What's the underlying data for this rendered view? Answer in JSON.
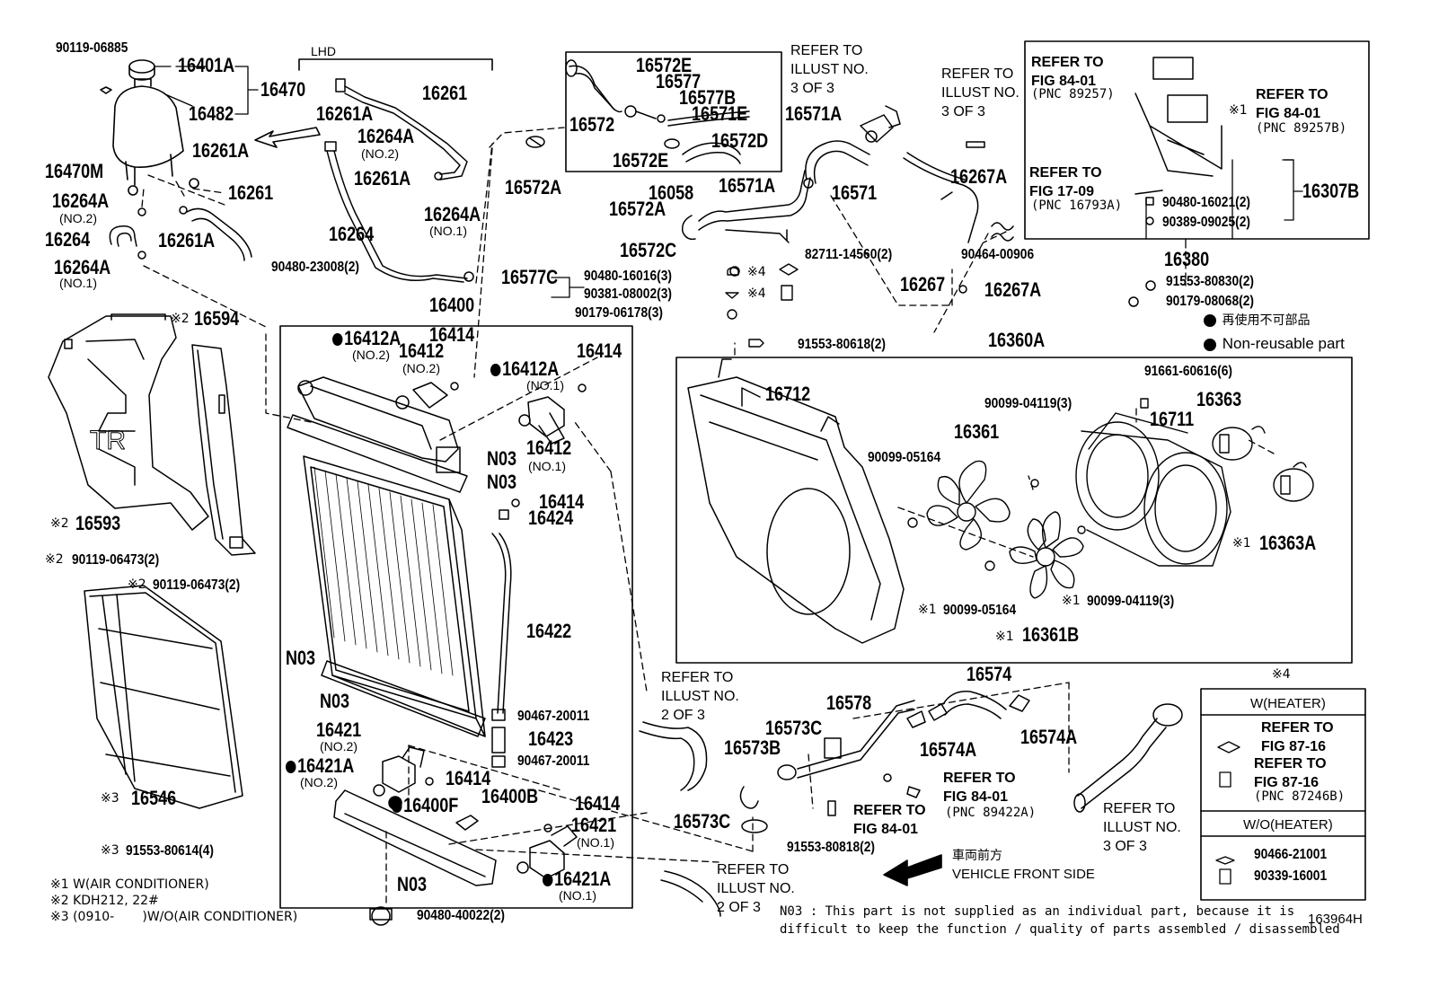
{
  "labels": {
    "p90119_06885": "90119-06885",
    "p16401A": "16401A",
    "p16470": "16470",
    "p16482": "16482",
    "p16261A_a": "16261A",
    "p16470M": "16470M",
    "p16264A_no2_a": "16264A",
    "no2_a": "(NO.2)",
    "p16264": "16264",
    "p16261A_b": "16261A",
    "p16261_a": "16261",
    "p16264A_no1_a": "16264A",
    "no1_a": "(NO.1)",
    "lhd": "LHD",
    "p16261_b": "16261",
    "p16261A_c": "16261A",
    "p16264A_no2_b": "16264A",
    "no2_b": "(NO.2)",
    "p16261A_d": "16261A",
    "p16264_b": "16264",
    "p16264A_no1_b": "16264A",
    "no1_b": "(NO.1)",
    "p90480_23008": "90480-23008(2)",
    "p16400": "16400",
    "p16412A_no2": "16412A",
    "no2_c": "(NO.2)",
    "p16412_no2": "16412",
    "no2_d": "(NO.2)",
    "p16414_a": "16414",
    "p16414_b": "16414",
    "p16412A_no1": "16412A",
    "no1_c": "(NO.1)",
    "p16412_no1": "16412",
    "no1_d": "(NO.1)",
    "n03_a": "N03",
    "n03_b": "N03",
    "p16414_c": "16414",
    "p16424": "16424",
    "p16422": "16422",
    "n03_c": "N03",
    "n03_d": "N03",
    "p90467_20011_a": "90467-20011",
    "p16423": "16423",
    "p90467_20011_b": "90467-20011",
    "p16421_no2": "16421",
    "no2_e": "(NO.2)",
    "p16421A_no2": "16421A",
    "no2_f": "(NO.2)",
    "p16414_d": "16414",
    "p16400F": "16400F",
    "p16400B": "16400B",
    "p16414_e": "16414",
    "p16421_no1": "16421",
    "no1_e": "(NO.1)",
    "p16421A_no1": "16421A",
    "no1_f": "(NO.1)",
    "n03_e": "N03",
    "p90480_40022": "90480-40022(2)",
    "p16594": "16594",
    "k2_16594": "※2",
    "p16593": "16593",
    "k2_16593": "※2",
    "p90119_06473_a": "90119-06473(2)",
    "k2_a": "※2",
    "p90119_06473_b": "90119-06473(2)",
    "k2_b": "※2",
    "p16546": "16546",
    "k3_16546": "※3",
    "p91553_80614": "91553-80614(4)",
    "k3_a": "※3",
    "p16572E_a": "16572E",
    "p16577": "16577",
    "p16577B": "16577B",
    "p16572": "16572",
    "p16571E": "16571E",
    "p16572D": "16572D",
    "p16572E_b": "16572E",
    "p16572A_a": "16572A",
    "p16058": "16058",
    "p16572A_b": "16572A",
    "p16571A_b": "16571A",
    "p16572C": "16572C",
    "p16577C": "16577C",
    "p90480_16016": "90480-16016(3)",
    "k4_a": "※4",
    "p90381_08002": "90381-08002(3)",
    "k4_b": "※4",
    "p90179_06178": "90179-06178(3)",
    "ref_3of3_a": "REFER TO\nILLUST NO.\n3 OF 3",
    "p16571A_a": "16571A",
    "p16571": "16571",
    "ref_3of3_b": "REFER TO\nILLUST NO.\n3 OF 3",
    "p16267A_a": "16267A",
    "p82711_14560": "82711-14560(2)",
    "p90464_00906": "90464-00906",
    "p16267": "16267",
    "p16267A_b": "16267A",
    "ref_fig8401_a": "REFER TO\nFIG 84-01",
    "pnc_89257": "(PNC 89257)",
    "ref_fig8401_b": "REFER TO\nFIG 84-01",
    "k1_fig8401": "※1",
    "pnc_89257B": "(PNC 89257B)",
    "ref_fig1709": "REFER TO\nFIG 17-09",
    "pnc_16793A": "(PNC 16793A)",
    "p90480_16021": "90480-16021(2)",
    "p90389_09025": "90389-09025(2)",
    "p16307B": "16307B",
    "p16380": "16380",
    "p91553_80830": "91553-80830(2)",
    "p90179_08068": "90179-08068(2)",
    "nonreuse_jp": "再使用不可部品",
    "nonreuse_en": "Non-reusable part",
    "p91553_80618": "91553-80618(2)",
    "p16360A": "16360A",
    "p16712": "16712",
    "p91661_60616": "91661-60616(6)",
    "p90099_04119_a": "90099-04119(3)",
    "p16363": "16363",
    "p16711": "16711",
    "p16361": "16361",
    "p90099_05164_a": "90099-05164",
    "p16363A": "16363A",
    "k1_16363A": "※1",
    "p90099_05164_b": "90099-05164",
    "k1_a": "※1",
    "p90099_04119_b": "90099-04119(3)",
    "k1_b": "※1",
    "p16361B": "16361B",
    "k1_16361B": "※1",
    "ref_2of3_a": "REFER TO\nILLUST NO.\n2 OF 3",
    "p16578": "16578",
    "p16574": "16574",
    "p16573C_a": "16573C",
    "p16573B": "16573B",
    "p16574A_a": "16574A",
    "p16574A_b": "16574A",
    "ref_fig8401_c": "REFER TO\nFIG 84-01",
    "pnc_89422A": "(PNC 89422A)",
    "ref_fig8401_d": "REFER TO\nFIG 84-01",
    "p16573C_b": "16573C",
    "p91553_80818": "91553-80818(2)",
    "ref_3of3_c": "REFER TO\nILLUST NO.\n3 OF 3",
    "ref_2of3_b": "REFER TO\nILLUST NO.\n2 OF 3",
    "front_jp": "車両前方",
    "front_en": "VEHICLE FRONT SIDE",
    "k4_title": "※4",
    "w_heater": "W(HEATER)",
    "ref_fig8716_a": "REFER TO\nFIG 87-16",
    "ref_fig8716_b": "REFER TO\nFIG 87-16",
    "pnc_87246B": "(PNC 87246B)",
    "wo_heater": "W/O(HEATER)",
    "p90466_21001": "90466-21001",
    "p90339_16001": "90339-16001",
    "foot1": "※1  W(AIR CONDITIONER)",
    "foot2": "※2  KDH212, 22#",
    "foot3": "※3 (0910-       )W/O(AIR CONDITIONER)",
    "n03_note1": "N03 : This part is not supplied as an individual part, because it is",
    "n03_note2": "difficult to keep the function / quality of parts assembled / disassembled",
    "code": "163964H"
  }
}
